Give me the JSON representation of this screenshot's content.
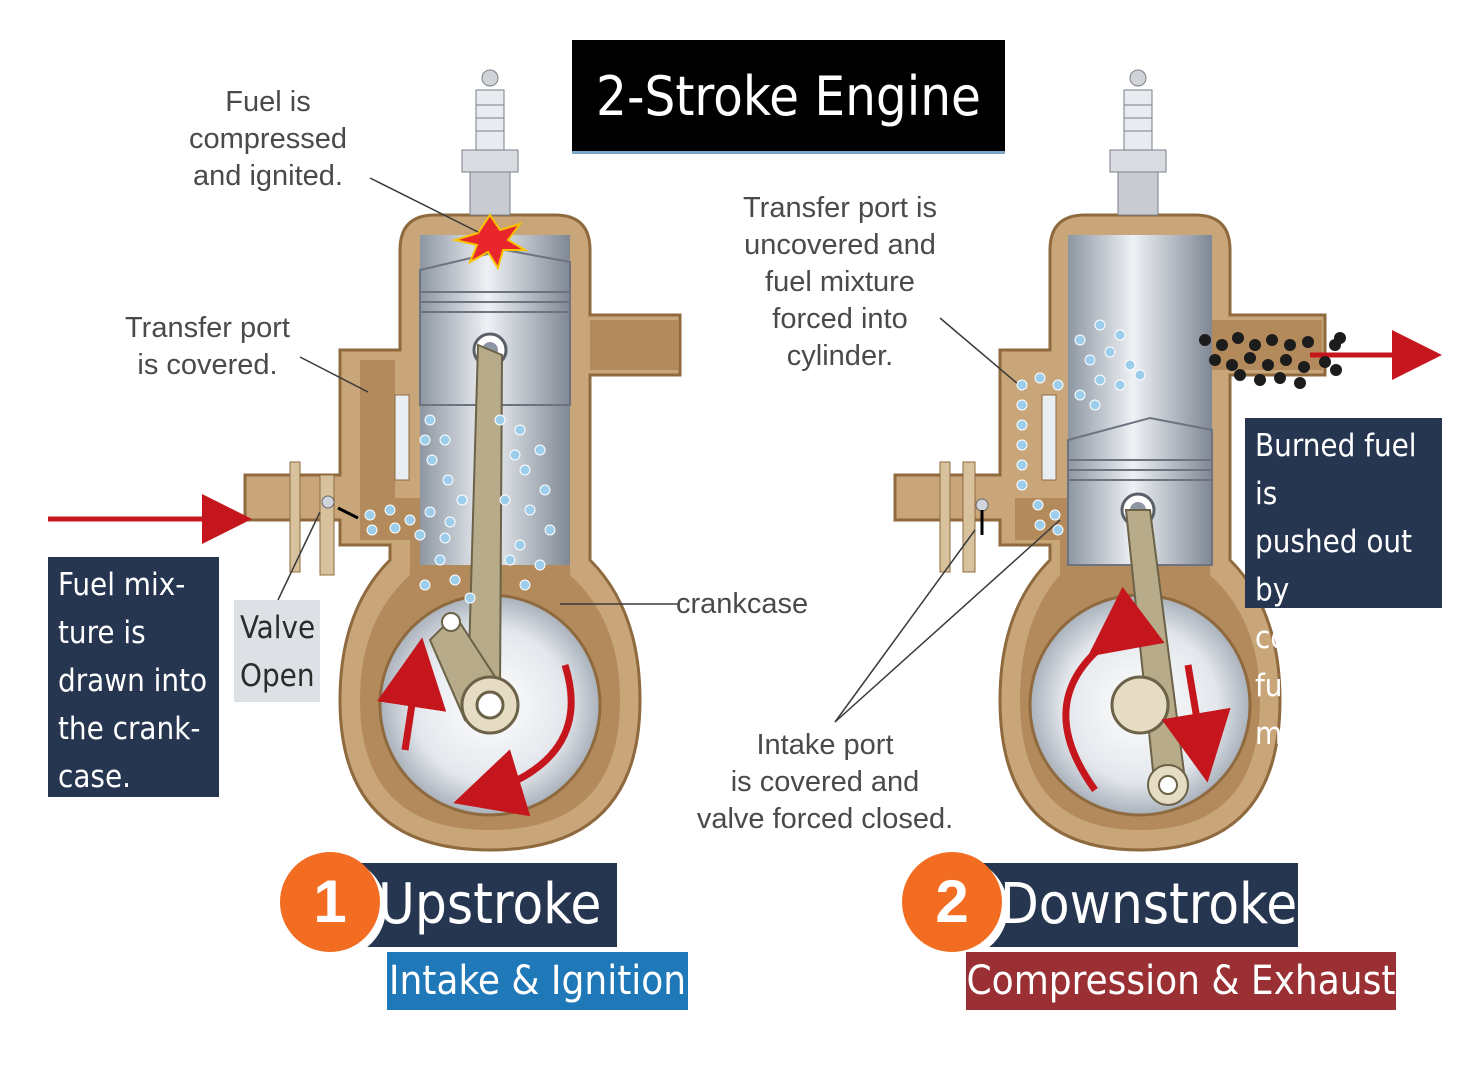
{
  "title": "2-Stroke Engine",
  "stroke1": {
    "number": "1",
    "name": "Upstroke",
    "subtitle": "Intake & Ignition",
    "callouts": {
      "ignition": "Fuel is\ncompressed\nand ignited.",
      "transfer_covered": "Transfer port\nis covered.",
      "crankcase": "crankcase",
      "valve": "Valve\nOpen",
      "fuel_drawn": "Fuel mix-\nture is\ndrawn into\nthe crank-\ncase."
    }
  },
  "stroke2": {
    "number": "2",
    "name": "Downstroke",
    "subtitle": "Compression & Exhaust",
    "callouts": {
      "transfer_uncovered": "Transfer port is\nuncovered and\nfuel mixture\nforced into\ncylinder.",
      "burned_fuel": "Burned fuel is\npushed out by\ncompressed\nfuel mixture.",
      "intake_covered": "Intake port\nis covered and\nvalve forced closed."
    }
  },
  "colors": {
    "casing": "#c9a57a",
    "casing_edge": "#8f6a3f",
    "metal_light": "#e7ebf0",
    "metal_dark": "#8d96a2",
    "fuel_bubble": "#9ccdea",
    "exhaust": "#1c1c1c",
    "arrow_red": "#c4161c",
    "orange": "#f26c21",
    "navy": "#263650",
    "blue_band": "#1f78b8",
    "red_band": "#9a3034"
  }
}
